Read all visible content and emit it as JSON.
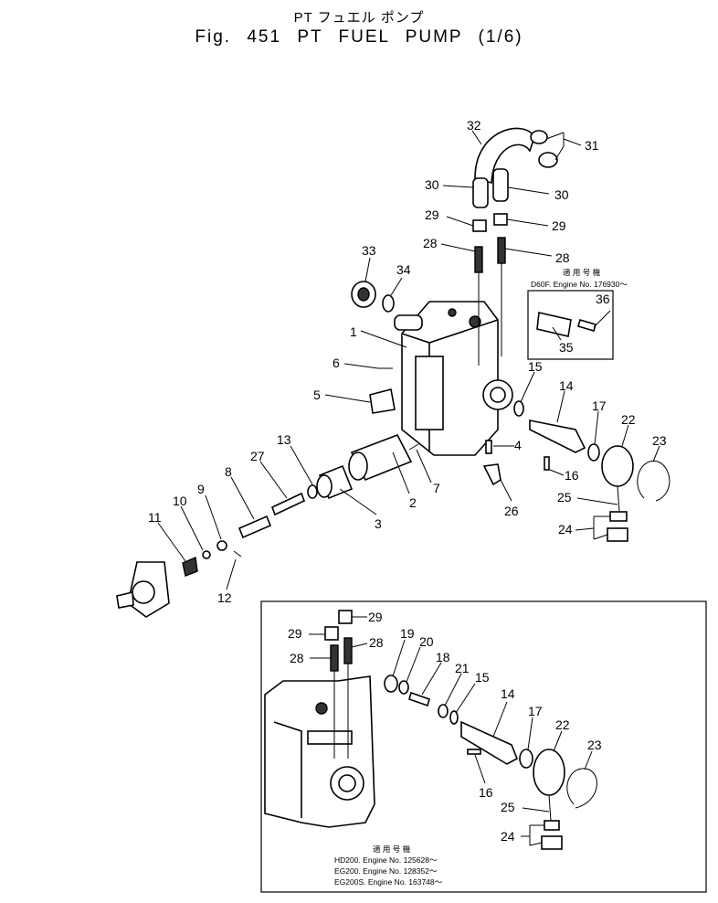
{
  "title": {
    "jp": "PT フュエル ポンプ",
    "en": "Fig.  451   PT  FUEL  PUMP  (1/6)"
  },
  "main_labels": [
    "32",
    "31",
    "30",
    "30",
    "29",
    "29",
    "28",
    "28",
    "33",
    "34",
    "1",
    "6",
    "5",
    "15",
    "14",
    "17",
    "22",
    "23",
    "4",
    "16",
    "25",
    "24",
    "13",
    "27",
    "8",
    "2",
    "7",
    "3",
    "26",
    "9",
    "10",
    "11",
    "12",
    "36",
    "35"
  ],
  "inset_labels": [
    "29",
    "29",
    "28",
    "28",
    "19",
    "20",
    "18",
    "21",
    "15",
    "14",
    "17",
    "22",
    "23",
    "16",
    "25",
    "24"
  ],
  "note_top": {
    "header": "適 用 号 機",
    "line": "D60F. Engine No. 176930～"
  },
  "note_bottom": {
    "header": "適 用 号 機",
    "lines": [
      "HD200.  Engine No. 125628～",
      "EG200.  Engine No. 128352～",
      "EG200S. Engine No. 163748～"
    ]
  }
}
